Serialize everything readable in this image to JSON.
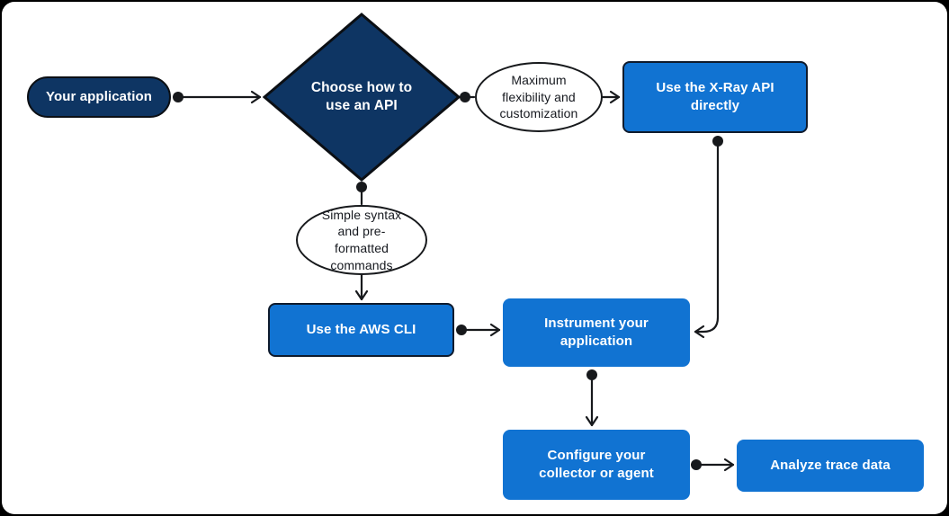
{
  "diagram": {
    "background": "#ffffff",
    "frame_color": "#000000",
    "colors": {
      "dark_navy": "#0e3563",
      "bright_blue": "#1173d2",
      "connector_black": "#17191c",
      "node_text_light": "#ffffff",
      "node_text_dark": "#16191f"
    },
    "nodes": [
      {
        "id": "your-application",
        "shape": "pill",
        "label": "Your application"
      },
      {
        "id": "choose-how-to-use-an-api",
        "shape": "diamond",
        "label": "Choose how to\nuse an API"
      },
      {
        "id": "maximum-flexibility",
        "shape": "ellipse",
        "label": "Maximum\nflexibility and\ncustomization"
      },
      {
        "id": "use-the-xray-api-directly",
        "shape": "rect",
        "label": "Use the X-Ray API\ndirectly"
      },
      {
        "id": "simple-syntax",
        "shape": "ellipse",
        "label": "Simple syntax\nand pre-\nformatted\ncommands"
      },
      {
        "id": "use-the-aws-cli",
        "shape": "rect",
        "label": "Use the AWS CLI"
      },
      {
        "id": "instrument-your-application",
        "shape": "rect",
        "label": "Instrument your\napplication"
      },
      {
        "id": "configure-collector-or-agent",
        "shape": "rect",
        "label": "Configure your\ncollector or agent"
      },
      {
        "id": "analyze-trace-data",
        "shape": "rect",
        "label": "Analyze trace data"
      }
    ],
    "edges": [
      {
        "from": "your-application",
        "to": "choose-how-to-use-an-api"
      },
      {
        "from": "choose-how-to-use-an-api",
        "to": "maximum-flexibility"
      },
      {
        "from": "maximum-flexibility",
        "to": "use-the-xray-api-directly"
      },
      {
        "from": "choose-how-to-use-an-api",
        "to": "simple-syntax"
      },
      {
        "from": "simple-syntax",
        "to": "use-the-aws-cli"
      },
      {
        "from": "use-the-aws-cli",
        "to": "instrument-your-application"
      },
      {
        "from": "use-the-xray-api-directly",
        "to": "instrument-your-application"
      },
      {
        "from": "instrument-your-application",
        "to": "configure-collector-or-agent"
      },
      {
        "from": "configure-collector-or-agent",
        "to": "analyze-trace-data"
      }
    ]
  }
}
